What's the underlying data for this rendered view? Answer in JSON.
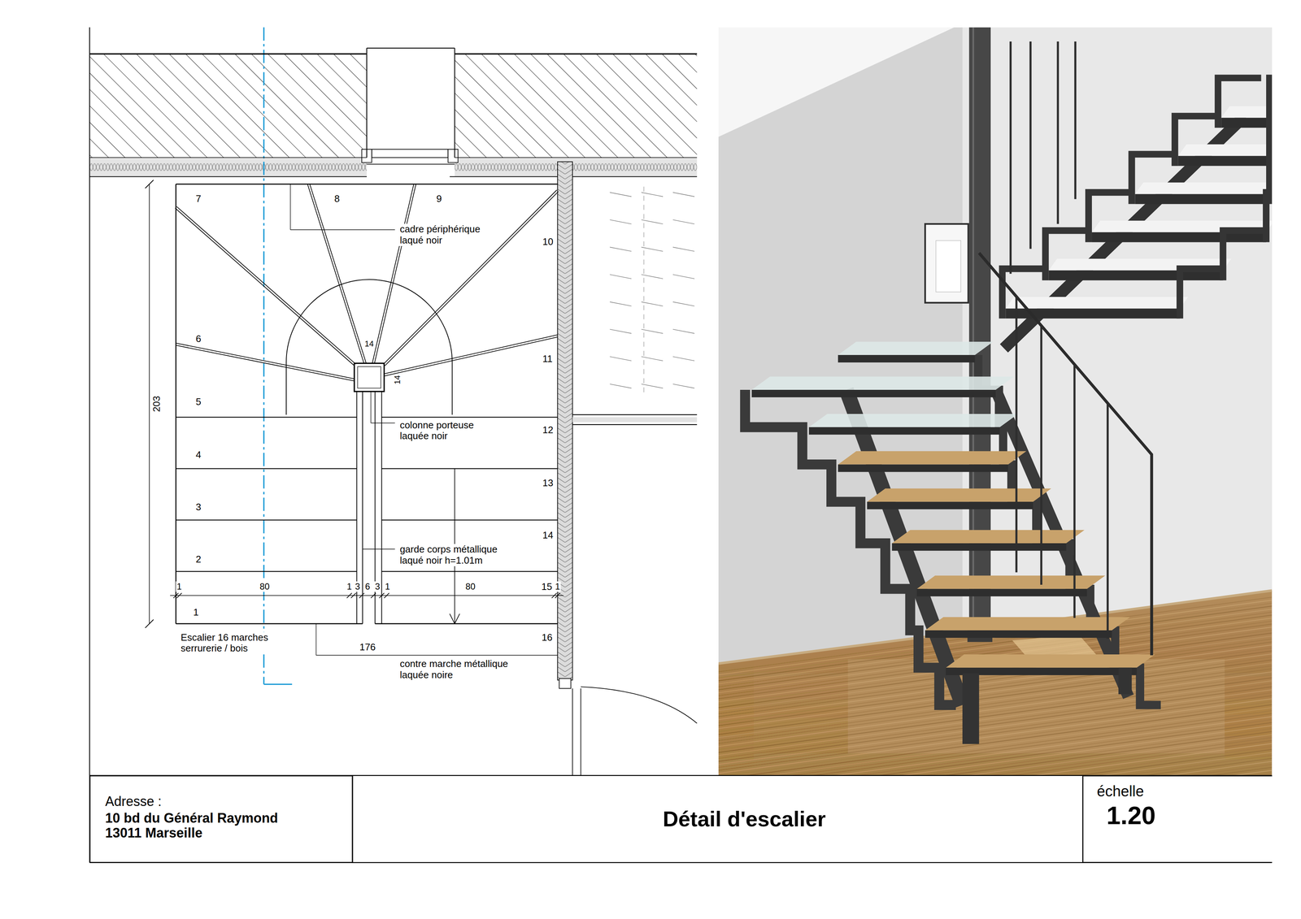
{
  "diagram": {
    "title": "Détail d'escalier",
    "nodes": [
      {
        "text": [
          "Adresse :",
          "10 bd du Général Raymond 13011 Marseille"
        ]
      },
      {
        "text": [
          "échelle",
          "1.20"
        ]
      }
    ],
    "labels": [
      "7",
      "8",
      "9",
      "cadre périphérique laqué noir",
      "10",
      "14",
      "6",
      "11",
      "14",
      "5",
      "colonne porteuse laquée noir",
      "12",
      "203",
      "4",
      "13",
      "3",
      "14",
      "garde corps métallique laqué noir h=1.01m",
      "2",
      "1",
      "80",
      "1",
      "3",
      "6",
      "3",
      "1",
      "80",
      "15",
      "1",
      "1",
      "Escalier 16 marches serrurerie / bois",
      "176",
      "16",
      "contre marche métallique laquée noire"
    ]
  }
}
